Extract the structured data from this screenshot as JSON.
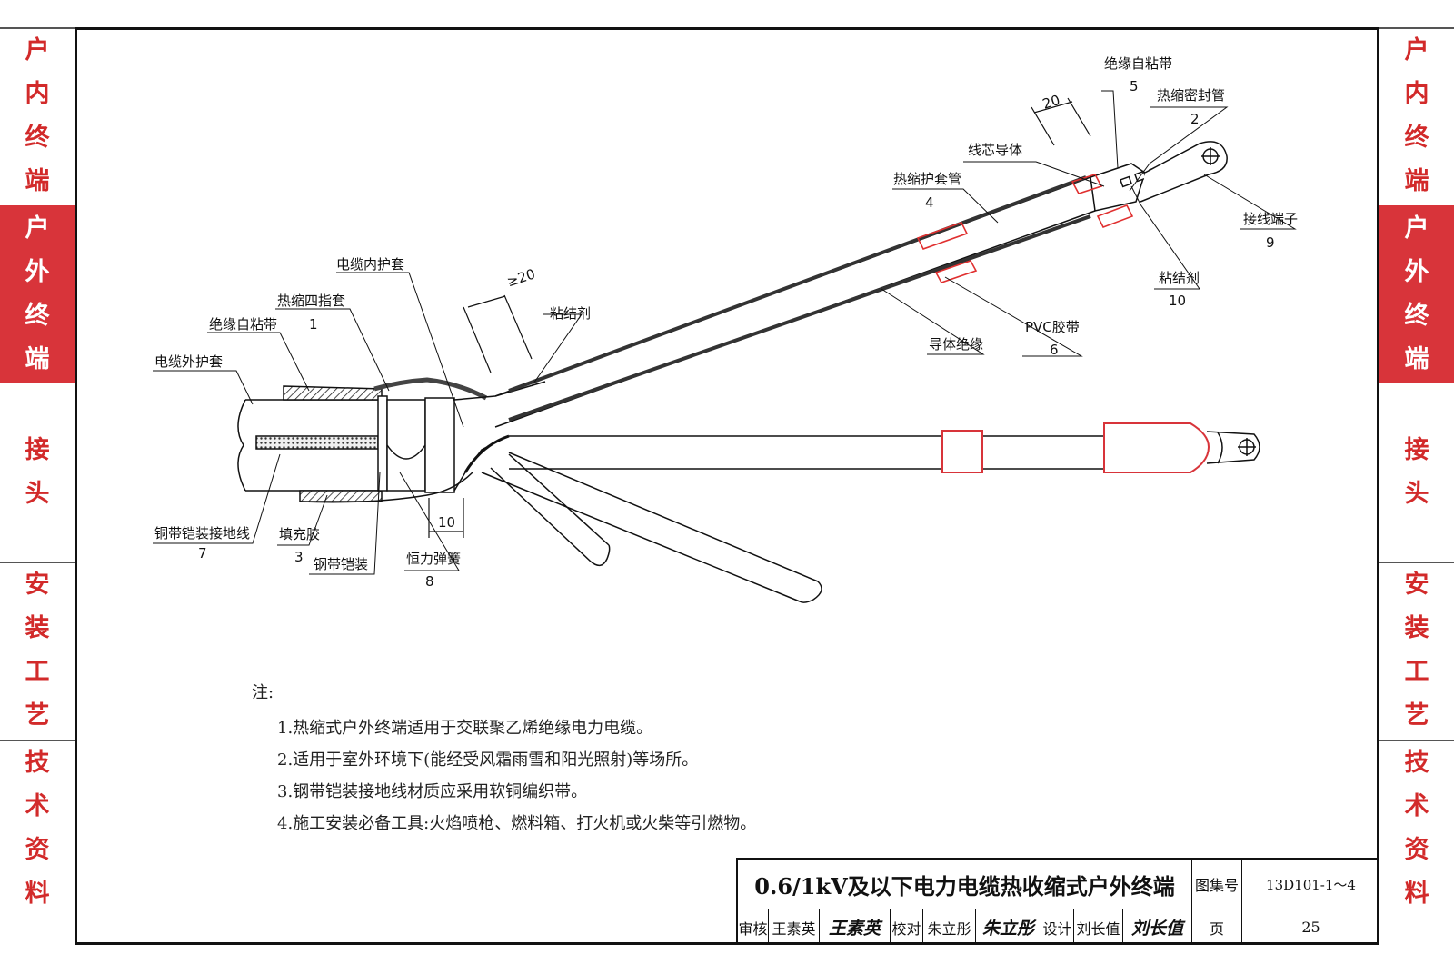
{
  "left_tabs": [
    {
      "chars": [
        "户",
        "内",
        "终",
        "端"
      ],
      "active": false
    },
    {
      "chars": [
        "户",
        "外",
        "终",
        "端"
      ],
      "active": true
    },
    {
      "chars": [
        "接",
        "头"
      ],
      "active": false
    },
    {
      "chars": [
        "安",
        "装",
        "工",
        "艺"
      ],
      "active": false
    },
    {
      "chars": [
        "技",
        "术",
        "资",
        "料"
      ],
      "active": false
    }
  ],
  "right_tabs": [
    {
      "chars": [
        "户",
        "内",
        "终",
        "端"
      ],
      "active": false
    },
    {
      "chars": [
        "户",
        "外",
        "终",
        "端"
      ],
      "active": true
    },
    {
      "chars": [
        "接",
        "头"
      ],
      "active": false
    },
    {
      "chars": [
        "安",
        "装",
        "工",
        "艺"
      ],
      "active": false
    },
    {
      "chars": [
        "技",
        "术",
        "资",
        "料"
      ],
      "active": false
    }
  ],
  "labels": {
    "insulating_tape_top": "绝缘自粘带",
    "num_5": "5",
    "shrink_seal_tube": "热缩密封管",
    "num_2": "2",
    "dim_20": "20",
    "core_conductor": "线芯导体",
    "shrink_sleeve": "热缩护套管",
    "num_4": "4",
    "terminal": "接线端子",
    "num_9": "9",
    "adhesive_right": "粘结剂",
    "num_10": "10",
    "pvc_tape": "PVC胶带",
    "num_6": "6",
    "conductor_insulation": "导体绝缘",
    "inner_sheath": "电缆内护套",
    "dim_ge20": "≥20",
    "four_finger": "热缩四指套",
    "num_1": "1",
    "adhesive_left": "粘结剂",
    "insulating_tape_left": "绝缘自粘带",
    "outer_sheath": "电缆外护套",
    "armor_ground": "铜带铠装接地线",
    "num_7": "7",
    "filler": "填充胶",
    "num_3": "3",
    "copper_armor": "钢带铠装",
    "spring": "恒力弹簧",
    "num_8": "8",
    "dim_10": "10"
  },
  "notes": {
    "title": "注:",
    "items": [
      "1.热缩式户外终端适用于交联聚乙烯绝缘电力电缆。",
      "2.适用于室外环境下(能经受风霜雨雪和阳光照射)等场所。",
      "3.钢带铠装接地线材质应采用软铜编织带。",
      "4.施工安装必备工具:火焰喷枪、燃料箱、打火机或火柴等引燃物。"
    ]
  },
  "title_block": {
    "title": "0.6/1kV及以下电力电缆热收缩式户外终端",
    "atlas_label": "图集号",
    "atlas_no": "13D101-1～4",
    "review_label": "审核",
    "reviewer": "王素英",
    "reviewer_sig": "王素英",
    "check_label": "校对",
    "checker": "朱立彤",
    "checker_sig": "朱立彤",
    "design_label": "设计",
    "designer": "刘长值",
    "designer_sig": "刘长值",
    "page_label": "页",
    "page_no": "25"
  },
  "colors": {
    "accent_red": "#d8343a",
    "tab_text": "#d22a2a",
    "line": "#111111",
    "shrink_red": "#e03030"
  }
}
